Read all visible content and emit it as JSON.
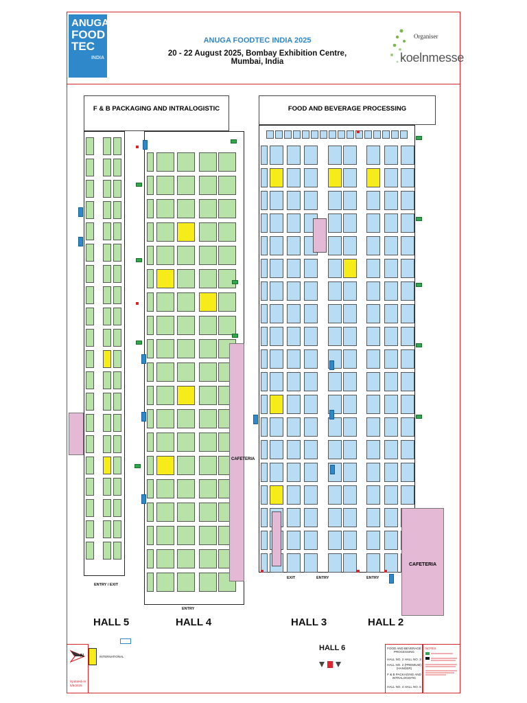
{
  "header": {
    "logo_lines": [
      "ANUGA",
      "FOOD",
      "TEC",
      "INDIA"
    ],
    "title": "ANUGA FOODTEC INDIA 2025",
    "subtitle": "20 - 22 August 2025, Bombay Exhibition Centre, Mumbai, India",
    "organiser_label": "Organiser",
    "organiser_name": "koelnmesse"
  },
  "sections": {
    "left": "F & B PACKAGING AND INTRALOGISTIC",
    "right": "FOOD AND BEVERAGE PROCESSING"
  },
  "halls": {
    "h5": "HALL 5",
    "h4": "HALL 4",
    "h3": "HALL 3",
    "h2": "HALL 2",
    "h6": "HALL 6"
  },
  "labels": {
    "entry_exit": "ENTRY / EXIT",
    "entry_h4": "ENTRY",
    "exit_h3": "EXIT",
    "entry_h3": "ENTRY",
    "entry_h2": "ENTRY",
    "cafeteria_1": "CAFETERIA",
    "cafeteria_2": "CAFETERIA"
  },
  "legend": {
    "north": "N",
    "international": "INTERNATIONAL",
    "updated": "Updated on",
    "updated_date": "5/5/2025",
    "fb_processing_title": "FOOD AND BEVERAGE PROCESSING",
    "fb_processing_halls": "HALL NO. 2     HALL NO. 3",
    "fb_processing_extra": "HALL NO. 2 (PREMIUM) (HANGER)",
    "fb_packaging_title": "F & B PACKAGING AND INTRALOGISTIC",
    "fb_packaging_halls": "HALL NO. 4     HALL NO. 5",
    "notes_title": "NOTES"
  },
  "colors": {
    "accent_red": "#d9262c",
    "brand_blue": "#2e88c9",
    "packaging_green": "#b8e3a8",
    "processing_blue": "#b9dcf5",
    "international_yellow": "#f5ec1a",
    "cafeteria_pink": "#e3b9d6"
  }
}
